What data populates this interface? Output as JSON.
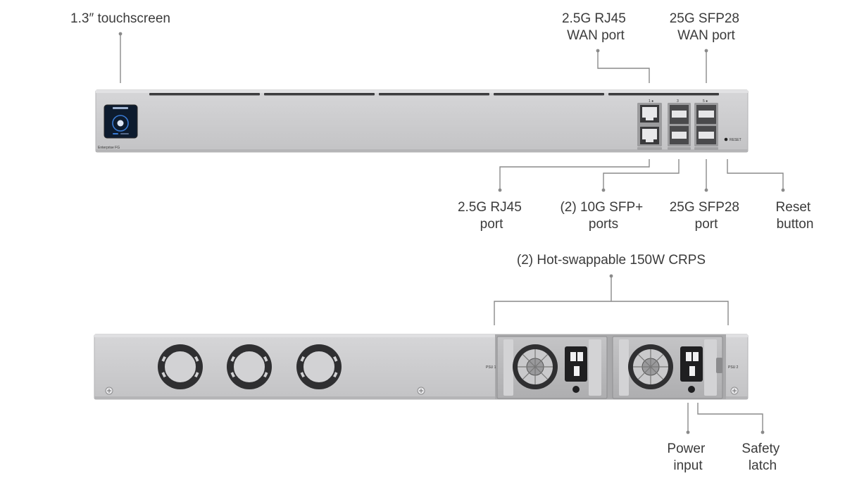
{
  "front": {
    "touchscreen_label": "1.3″ touchscreen",
    "wan_rj45_label": [
      "2.5G RJ45",
      "WAN port"
    ],
    "wan_sfp28_label": [
      "25G SFP28",
      "WAN port"
    ],
    "rj45_port_label": [
      "2.5G RJ45",
      "port"
    ],
    "sfp_plus_label": [
      "(2) 10G SFP+",
      "ports"
    ],
    "sfp28_port_label": [
      "25G SFP28",
      "port"
    ],
    "reset_label": [
      "Reset",
      "button"
    ],
    "device_brand": "Enterprise FG",
    "reset_silk": "RESET"
  },
  "rear": {
    "psu_label": "(2) Hot-swappable 150W CRPS",
    "power_input_label": [
      "Power",
      "input"
    ],
    "safety_latch_label": [
      "Safety",
      "latch"
    ],
    "psu1_silk": "PSU 1",
    "psu2_silk": "PSU 2"
  },
  "colors": {
    "chassis": "#c9c9cb",
    "chassis_dark": "#a9a9ab",
    "psu_body": "#b7b7b9",
    "leader": "#8a8a8a",
    "label_text": "#3b3b3b",
    "screen_bg": "#0d1b2e",
    "screen_ring": "#3a7bd5"
  },
  "icons": [
    "touchscreen-icon",
    "fan-icon",
    "power-socket-icon",
    "screw-icon"
  ]
}
